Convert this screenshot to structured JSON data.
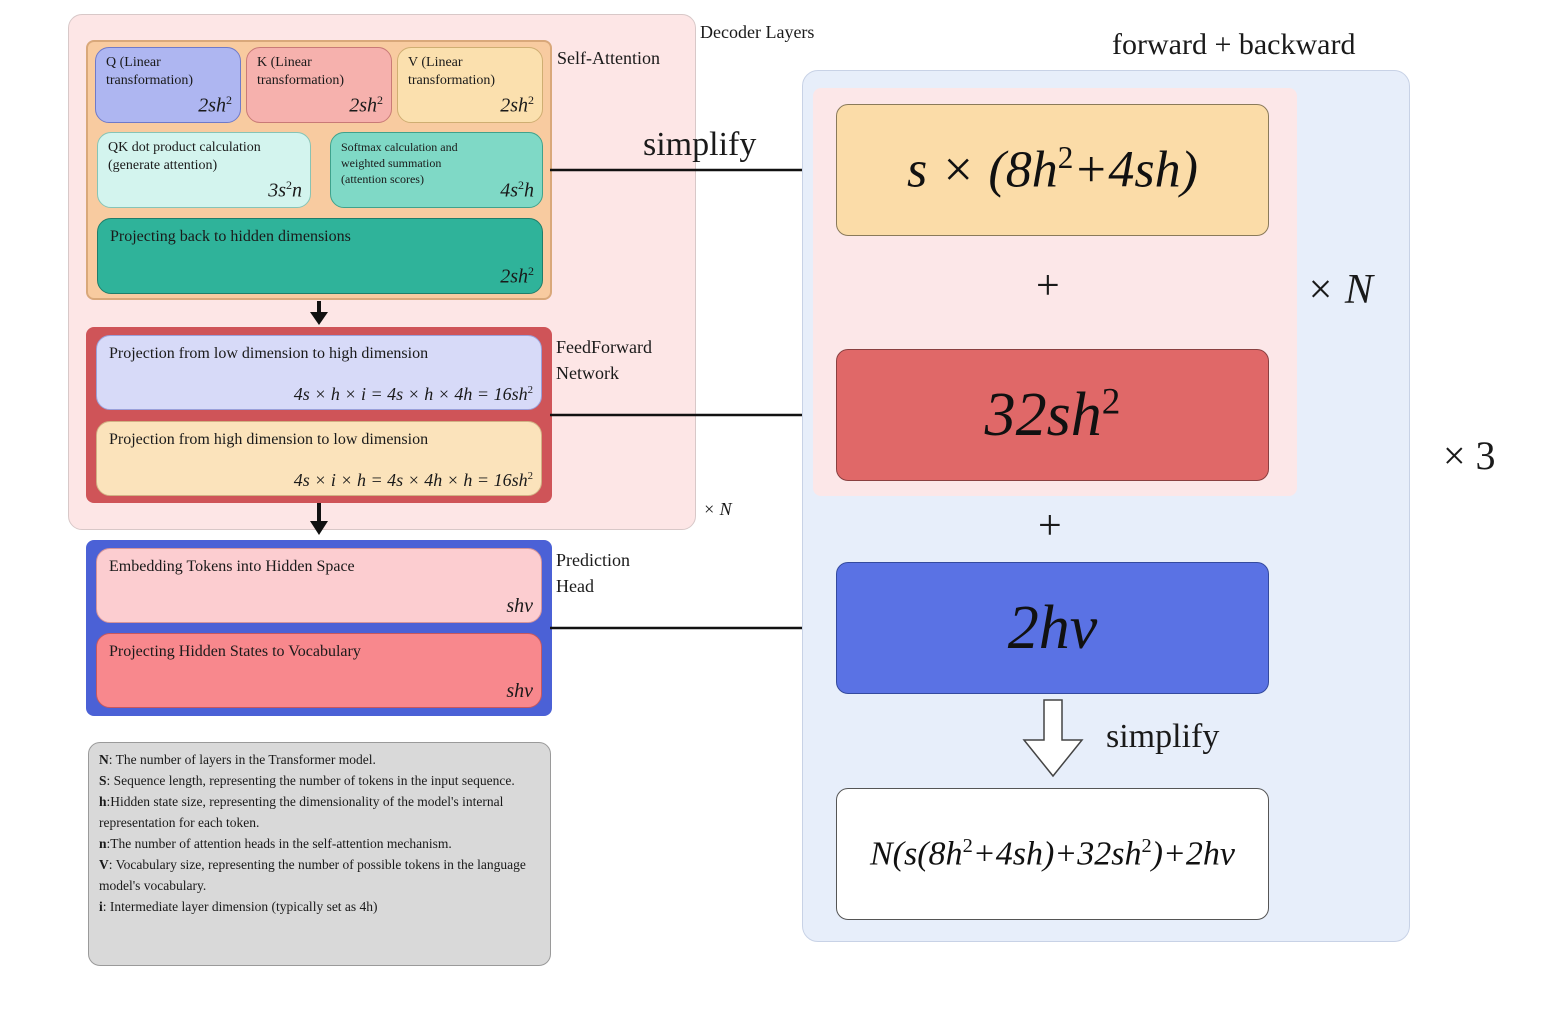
{
  "decoder": {
    "title": "Decoder Layers",
    "repeat": "× N",
    "self_attention": {
      "label": "Self-Attention",
      "q": {
        "title": "Q (Linear transformation)",
        "formula": "2sh",
        "exp": "2"
      },
      "k": {
        "title": "K (Linear transformation)",
        "formula": "2sh",
        "exp": "2"
      },
      "v": {
        "title": "V (Linear transformation)",
        "formula": "2sh",
        "exp": "2"
      },
      "qk": {
        "title": "QK dot product calculation (generate attention)",
        "formula_a": "3s",
        "exp": "2",
        "formula_b": "n"
      },
      "softmax": {
        "title": "Softmax calculation and weighted summation (attention scores)",
        "formula_a": "4s",
        "exp": "2",
        "formula_b": "h"
      },
      "projecting": {
        "title": "Projecting back to hidden dimensions",
        "formula": "2sh",
        "exp": "2"
      }
    },
    "feedforward": {
      "label_line1": "FeedForward",
      "label_line2": "Network",
      "up": {
        "title": "Projection from low dimension to high dimension",
        "formula": "4s × h × i = 4s × h × 4h = 16sh",
        "exp": "2"
      },
      "down": {
        "title": "Projection from high dimension to low dimension",
        "formula": "4s × i × h = 4s × 4h × h = 16sh",
        "exp": "2"
      }
    }
  },
  "prediction_head": {
    "label_line1": "Prediction",
    "label_line2": "Head",
    "embedding": {
      "title": "Embedding Tokens into Hidden Space",
      "formula": "shv"
    },
    "projecting": {
      "title": "Projecting Hidden States to Vocabulary",
      "formula": "shv"
    }
  },
  "legend": [
    {
      "key": "N",
      "text": ": The number of layers in the Transformer model."
    },
    {
      "key": "S",
      "text": ": Sequence length, representing the number of tokens in the input sequence."
    },
    {
      "key": "h",
      "text": ":Hidden state size, representing the dimensionality of the model's internal representation for each token."
    },
    {
      "key": "n",
      "text": ":The number of attention heads in the self-attention mechanism."
    },
    {
      "key": "V",
      "text": ": Vocabulary size, representing the number of possible tokens in the language model's vocabulary."
    },
    {
      "key": "i",
      "text": ": Intermediate layer dimension (typically set as 4h)"
    }
  ],
  "right": {
    "title": "forward + backward",
    "simplify_top": "simplify",
    "attention_formula": {
      "pre": "s × (8h",
      "exp": "2",
      "post": "+4sh)"
    },
    "plus1": "+",
    "ffn_formula": {
      "pre": "32sh",
      "exp": "2"
    },
    "repeat_n": "× N",
    "plus2": "+",
    "head_formula": "2hv",
    "simplify_bottom": "simplify",
    "final_formula": {
      "a": "N(s(8h",
      "exp1": "2",
      "b": "+4sh)+32sh",
      "exp2": "2",
      "c": ")+2hv"
    },
    "times3": "× 3"
  },
  "colors": {
    "decoder_bg": "#fde6e6",
    "self_attn_bg": "#f8cba0",
    "q": "#aeb6f1",
    "k": "#f6b1ad",
    "v": "#fbe0ae",
    "qk": "#d3f4ee",
    "softmax": "#7fd9c6",
    "projecting": "#2fb39a",
    "ffn_border": "#cf5458",
    "ffn_up": "#d7daf8",
    "ffn_down": "#fbe3bb",
    "head_border": "#4b61d6",
    "head_embed": "#fccdd0",
    "head_proj": "#f8888d",
    "legend_bg": "#d9d9d9",
    "right_bg": "#e7eefa",
    "right_pink": "#fce7e8",
    "right_attn": "#fbdca8",
    "right_ffn": "#e06868",
    "right_head": "#5a72e4"
  }
}
